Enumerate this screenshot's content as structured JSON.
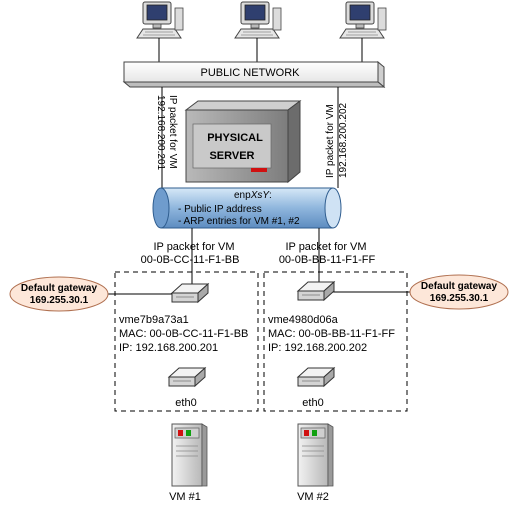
{
  "public_network": {
    "label": "PUBLIC NETWORK"
  },
  "server": {
    "label_line1": "PHYSICAL",
    "label_line2": "SERVER"
  },
  "packet_left_vertical": {
    "line1": "IP packet for VM",
    "line2": "192.168.200.201"
  },
  "packet_right_vertical": {
    "line1": "IP packet for VM",
    "line2": "192.168.200.202"
  },
  "interface": {
    "name_prefix": "enp",
    "name_var": "XsY",
    "name_suffix": ":",
    "line1": "- Public IP address",
    "line2": "- ARP entries for VM #1, #2"
  },
  "packet_left": {
    "line1": "IP packet for VM",
    "line2": "00-0B-CC-11-F1-BB"
  },
  "packet_right": {
    "line1": "IP packet for VM",
    "line2": "00-0B-BB-11-F1-FF"
  },
  "gateway_left": {
    "line1": "Default gateway",
    "line2": "169.255.30.1"
  },
  "gateway_right": {
    "line1": "Default gateway",
    "line2": "169.255.30.1"
  },
  "vm1": {
    "iface": "vme7b9a73a1",
    "mac": "MAC: 00-0B-CC-11-F1-BB",
    "ip": "IP: 192.168.200.201",
    "eth": "eth0",
    "label": "VM #1"
  },
  "vm2": {
    "iface": "vme4980d06a",
    "mac": "MAC: 00-0B-BB-11-F1-FF",
    "ip": "IP: 192.168.200.202",
    "eth": "eth0",
    "label": "VM #2"
  },
  "colors": {
    "pipe": "#9fc3e6",
    "ellipse_fill": "#fde7d9",
    "server": "#8a8a8a",
    "led_red": "#d01010",
    "led_green": "#10a010"
  }
}
